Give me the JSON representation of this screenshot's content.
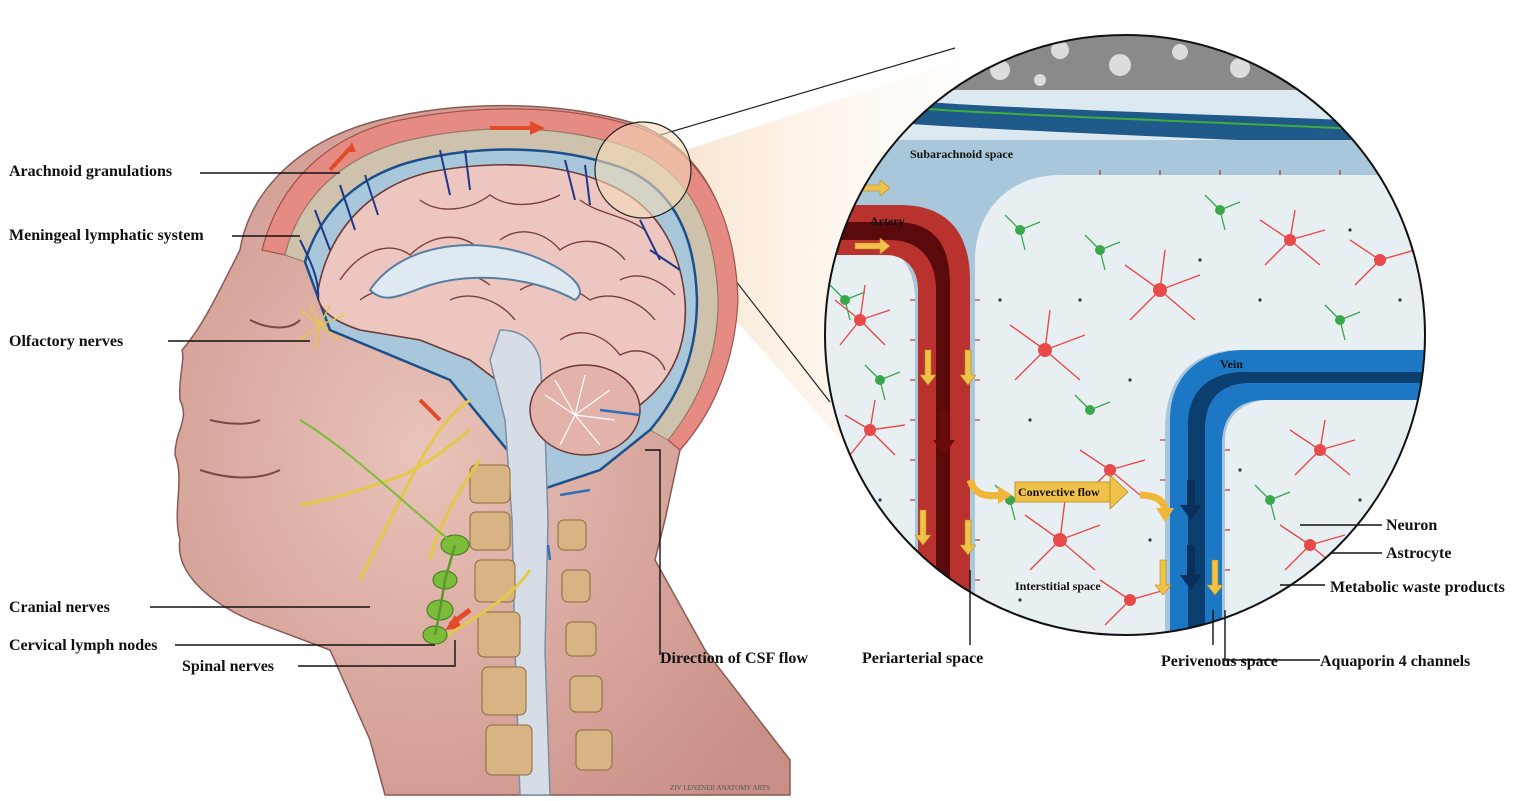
{
  "labels": {
    "arachnoid_granulations": "Arachnoid granulations",
    "meningeal_lymphatic_system": "Meningeal lymphatic system",
    "olfactory_nerves": "Olfactory nerves",
    "cranial_nerves": "Cranial nerves",
    "cervical_lymph_nodes": "Cervical lymph nodes",
    "spinal_nerves": "Spinal nerves",
    "direction_csf_flow": "Direction of CSF flow",
    "periarterial_space": "Periarterial space",
    "perivenous_space": "Perivenous space",
    "aquaporin_channels": "Aquaporin 4 channels",
    "neuron": "Neuron",
    "astrocyte": "Astrocyte",
    "metabolic_waste": "Metabolic waste products"
  },
  "inset_labels": {
    "subarachnoid_space": "Subarachnoid space",
    "artery": "Artery",
    "vein": "Vein",
    "convective_flow": "Convective flow",
    "interstitial_space": "Interstitial space"
  },
  "credit": "ZIV LENZNER ANATOMY ARTS",
  "colors": {
    "skin": "#d9a9a0",
    "scalp": "#e58b84",
    "brain": "#eec6c0",
    "csf": "#a9c7da",
    "artery": "#7a1616",
    "vein": "#1c78c4",
    "astrocyte": "#e84a4a",
    "neuron": "#3aa84a",
    "nerve": "#e3c84a",
    "lymph": "#7dbb3a"
  }
}
